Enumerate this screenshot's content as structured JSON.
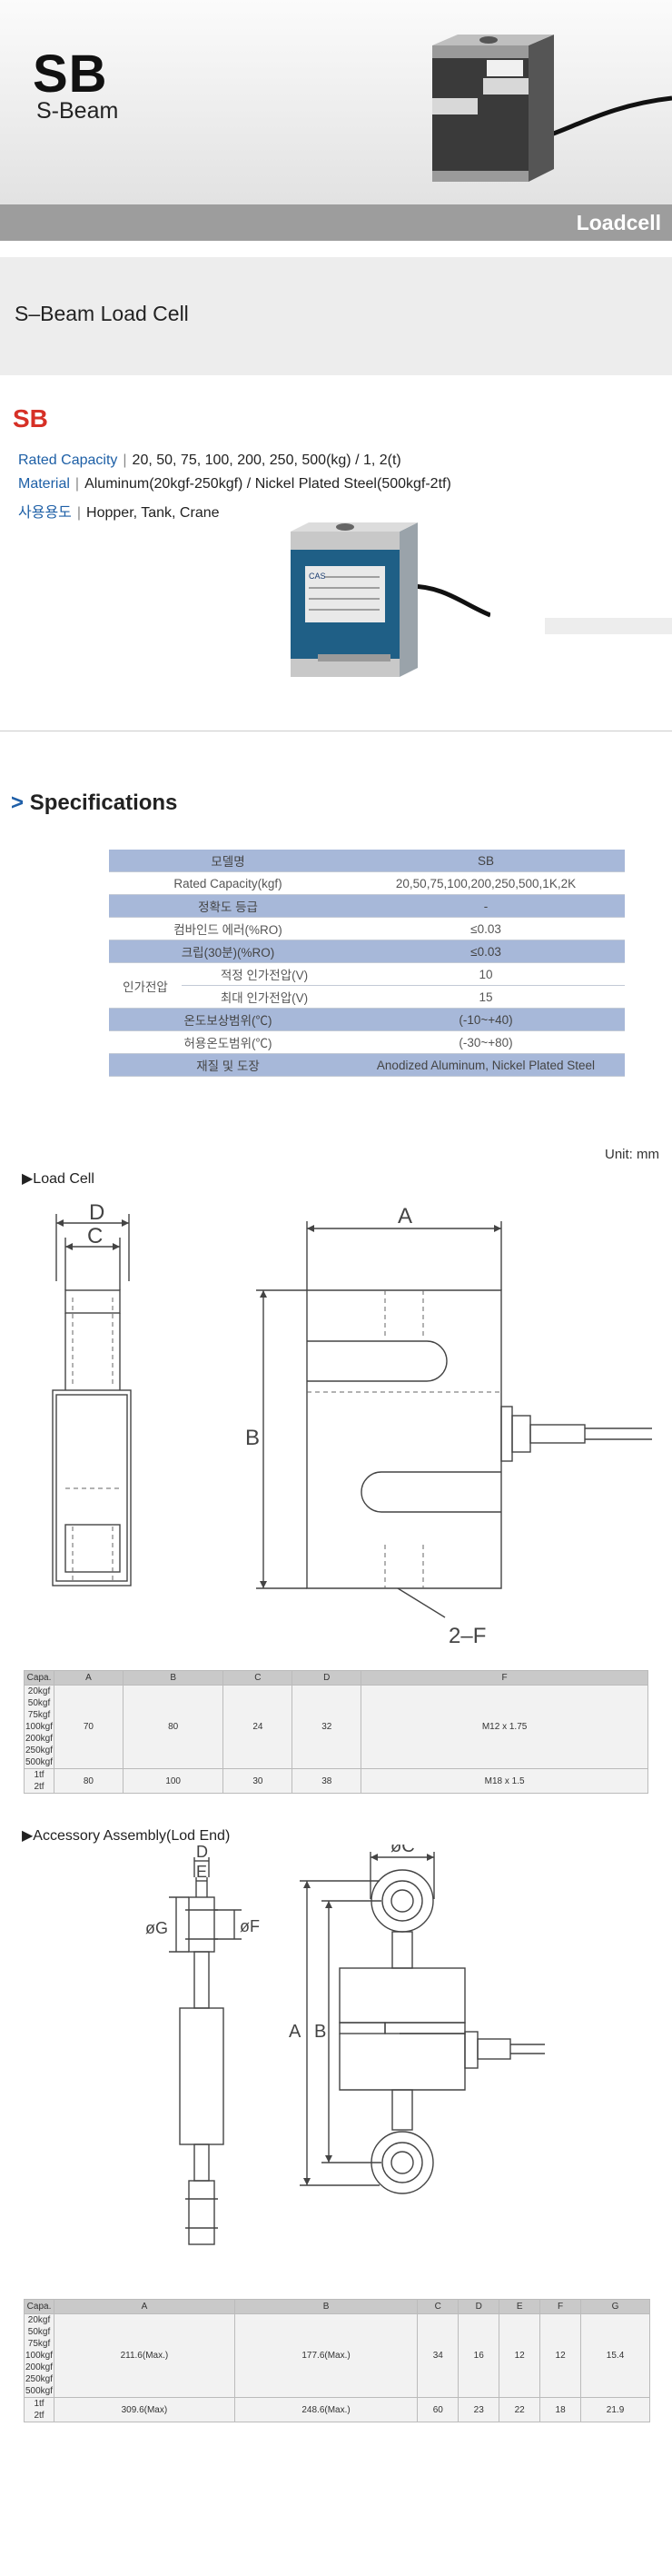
{
  "header": {
    "model": "SB",
    "submodel": "S-Beam",
    "category": "Loadcell"
  },
  "section_title": "S–Beam Load Cell",
  "product": {
    "name": "SB",
    "specs": [
      {
        "label": "Rated Capacity",
        "value": "20, 50, 75, 100, 200, 250, 500(kg) / 1, 2(t)"
      },
      {
        "label": "Material",
        "value": "Aluminum(20kgf-250kgf) / Nickel Plated Steel(500kgf-2tf)"
      },
      {
        "label": "사용용도",
        "value": "Hopper, Tank, Crane"
      }
    ],
    "device_label": "CAS"
  },
  "specifications": {
    "title": "Specifications",
    "header": [
      "모델명",
      "SB"
    ],
    "rows": [
      {
        "label": "Rated Capacity(kgf)",
        "value": "20,50,75,100,200,250,500,1K,2K"
      },
      {
        "label": "정확도 등급",
        "value": "-"
      },
      {
        "label": "컴바인드 에러(%RO)",
        "value": "≤0.03"
      },
      {
        "label": "크립(30분)(%RO)",
        "value": "≤0.03"
      },
      {
        "label": "적정 인가전압(V)",
        "value": "10"
      },
      {
        "label": "최대 인가전압(V)",
        "value": "15"
      },
      {
        "label": "온도보상범위(℃)",
        "value": "(-10~+40)"
      },
      {
        "label": "허용온도범위(℃)",
        "value": "(-30~+80)"
      },
      {
        "label": "재질 및 도장",
        "value": "Anodized Aluminum, Nickel Plated Steel"
      }
    ],
    "group_label": "인가전압"
  },
  "unit": "Unit: mm",
  "loadcell": {
    "title": "▶Load Cell",
    "dims": {
      "A": "A",
      "B": "B",
      "C": "C",
      "D": "D",
      "F": "2–F"
    },
    "table": {
      "headers": [
        "Capa.",
        "A",
        "B",
        "C",
        "D",
        "F"
      ],
      "group1_caps": [
        "20kgf",
        "50kgf",
        "75kgf",
        "100kgf",
        "200kgf",
        "250kgf",
        "500kgf"
      ],
      "group1_values": [
        "70",
        "80",
        "24",
        "32",
        "M12 x 1.75"
      ],
      "group2_caps": [
        "1tf",
        "2tf"
      ],
      "group2_values": [
        "80",
        "100",
        "30",
        "38",
        "M18 x 1.5"
      ]
    }
  },
  "accessory": {
    "title": "▶Accessory Assembly(Lod End)",
    "dims": {
      "A": "A",
      "B": "B",
      "C": "øC",
      "D": "D",
      "E": "E",
      "F": "øF",
      "G": "øG"
    },
    "table": {
      "headers": [
        "Capa.",
        "A",
        "B",
        "C",
        "D",
        "E",
        "F",
        "G"
      ],
      "group1_caps": [
        "20kgf",
        "50kgf",
        "75kgf",
        "100kgf",
        "200kgf",
        "250kgf",
        "500kgf"
      ],
      "group1_values": [
        "211.6(Max.)",
        "177.6(Max.)",
        "34",
        "16",
        "12",
        "12",
        "15.4"
      ],
      "group2_caps": [
        "1tf",
        "2tf"
      ],
      "group2_values": [
        "309.6(Max)",
        "248.6(Max.)",
        "60",
        "23",
        "22",
        "18",
        "21.9"
      ]
    }
  }
}
